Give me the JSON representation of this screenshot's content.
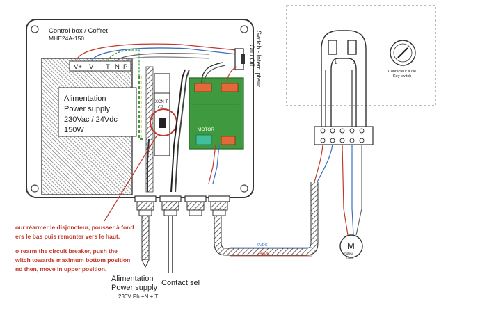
{
  "control_box": {
    "title": "Control box / Coffret",
    "model": "MHE24A-150"
  },
  "power_supply": {
    "terminals": [
      "V+",
      "V-",
      "T",
      "N",
      "P"
    ],
    "label_lines": [
      "Alimentation",
      "Power supply",
      "230Vac / 24Vdc",
      "150W"
    ]
  },
  "breaker": {
    "label_lines": [
      "XCN-T",
      "C2"
    ]
  },
  "switch_label": {
    "line1": "Switch - Interrupteur",
    "line2": "On / Off"
  },
  "motor_board": {
    "motor_label": "MOTOR"
  },
  "key_switch": {
    "wire1": "1",
    "wire2": "2",
    "label_fr": "Contacteur à clé",
    "label_en": "Key switch"
  },
  "motor": {
    "symbol": "M",
    "label_fr": "moteur",
    "label_en": "motor"
  },
  "cable_labels": {
    "vdc_blue": "0VDC",
    "vdc_red": "24VDC"
  },
  "instructions": {
    "fr_line1": "our réarmer le disjoncteur, pousser à fond",
    "fr_line2": "ers le bas puis remonter vers le haut.",
    "en_line1": "o rearm the circuit breaker, push the",
    "en_line2": "witch towards maximum bottom position",
    "en_line3": "nd then, move in upper position."
  },
  "bottom_labels": {
    "supply_line1": "Alimentation",
    "supply_line2": "Power supply",
    "supply_line3": "230V Ph +N + T",
    "contact": "Contact sel"
  },
  "colors": {
    "red_wire": "#c0392b",
    "blue_wire": "#3a6fc4",
    "green_board": "#3f9a3f",
    "annotation_red": "#c0392b",
    "cable_grey": "#555555"
  }
}
